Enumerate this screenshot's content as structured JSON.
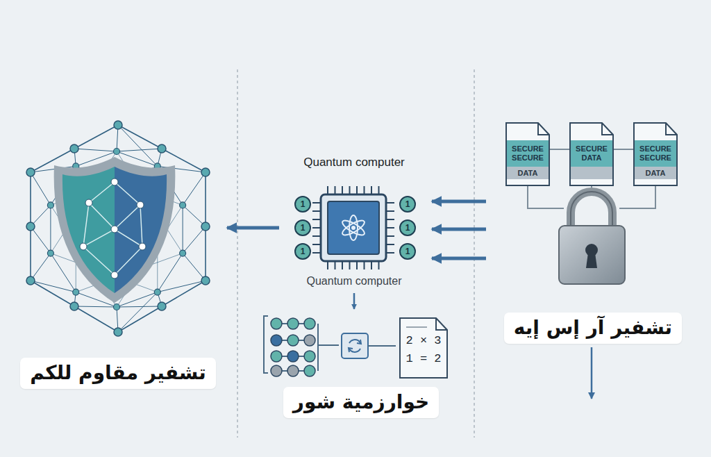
{
  "diagram": {
    "nodes": [
      {
        "text": [
          "تشفير مقاوم للكم"
        ]
      },
      {
        "text": [
          "Quantum computer",
          "Quantum computer"
        ]
      },
      {
        "text": [
          "خوارزمية شور"
        ]
      },
      {
        "text": [
          "2 × 3",
          "1 = 2"
        ],
        "in": 2
      },
      {
        "text": [
          "تشفير آر إس إيه"
        ]
      },
      {
        "text": [
          "SECURE SECURE",
          "DATA"
        ],
        "in": 4
      },
      {
        "text": [
          "SECURE DATA"
        ],
        "in": 4
      },
      {
        "text": [
          "SECURE SECURE",
          "DATA"
        ],
        "in": 4
      }
    ],
    "edges": [
      {
        "from": 4,
        "to": 1,
        "arrow": "to"
      },
      {
        "from": 4,
        "to": 1,
        "arrow": "to"
      },
      {
        "from": 4,
        "to": 1,
        "arrow": "to"
      },
      {
        "from": 1,
        "to": 0,
        "arrow": "to"
      },
      {
        "from": 1,
        "to": 2,
        "arrow": "to"
      }
    ],
    "labels": [
      "1",
      "1",
      "1",
      "1",
      "1",
      "1"
    ]
  }
}
